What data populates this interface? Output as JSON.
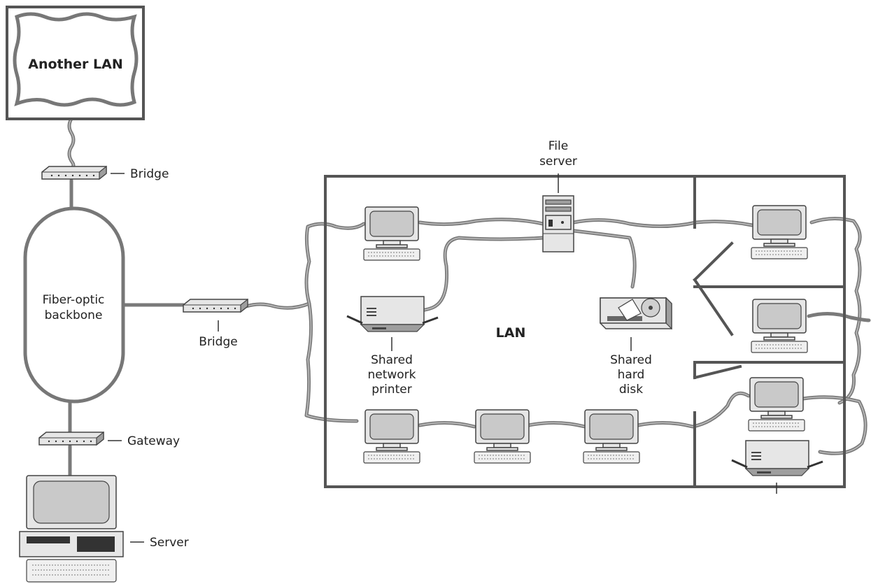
{
  "labels": {
    "another_lan": "Another LAN",
    "bridge_top": "Bridge",
    "fiber_line1": "Fiber-optic",
    "fiber_line2": "backbone",
    "bridge_mid": "Bridge",
    "gateway": "Gateway",
    "server": "Server",
    "file_server_line1": "File",
    "file_server_line2": "server",
    "lan": "LAN",
    "printer_line1": "Shared",
    "printer_line2": "network",
    "printer_line3": "printer",
    "disk_line1": "Shared",
    "disk_line2": "hard",
    "disk_line3": "disk"
  },
  "colors": {
    "cable": "#7a7a7a",
    "wall": "#555555",
    "device_fill": "#e6e6e6"
  },
  "icons": [
    "lan-cloud-icon",
    "bridge-icon",
    "fiber-backbone-icon",
    "gateway-icon",
    "server-computer-icon",
    "file-server-icon",
    "workstation-icon",
    "printer-icon",
    "hard-disk-icon"
  ]
}
